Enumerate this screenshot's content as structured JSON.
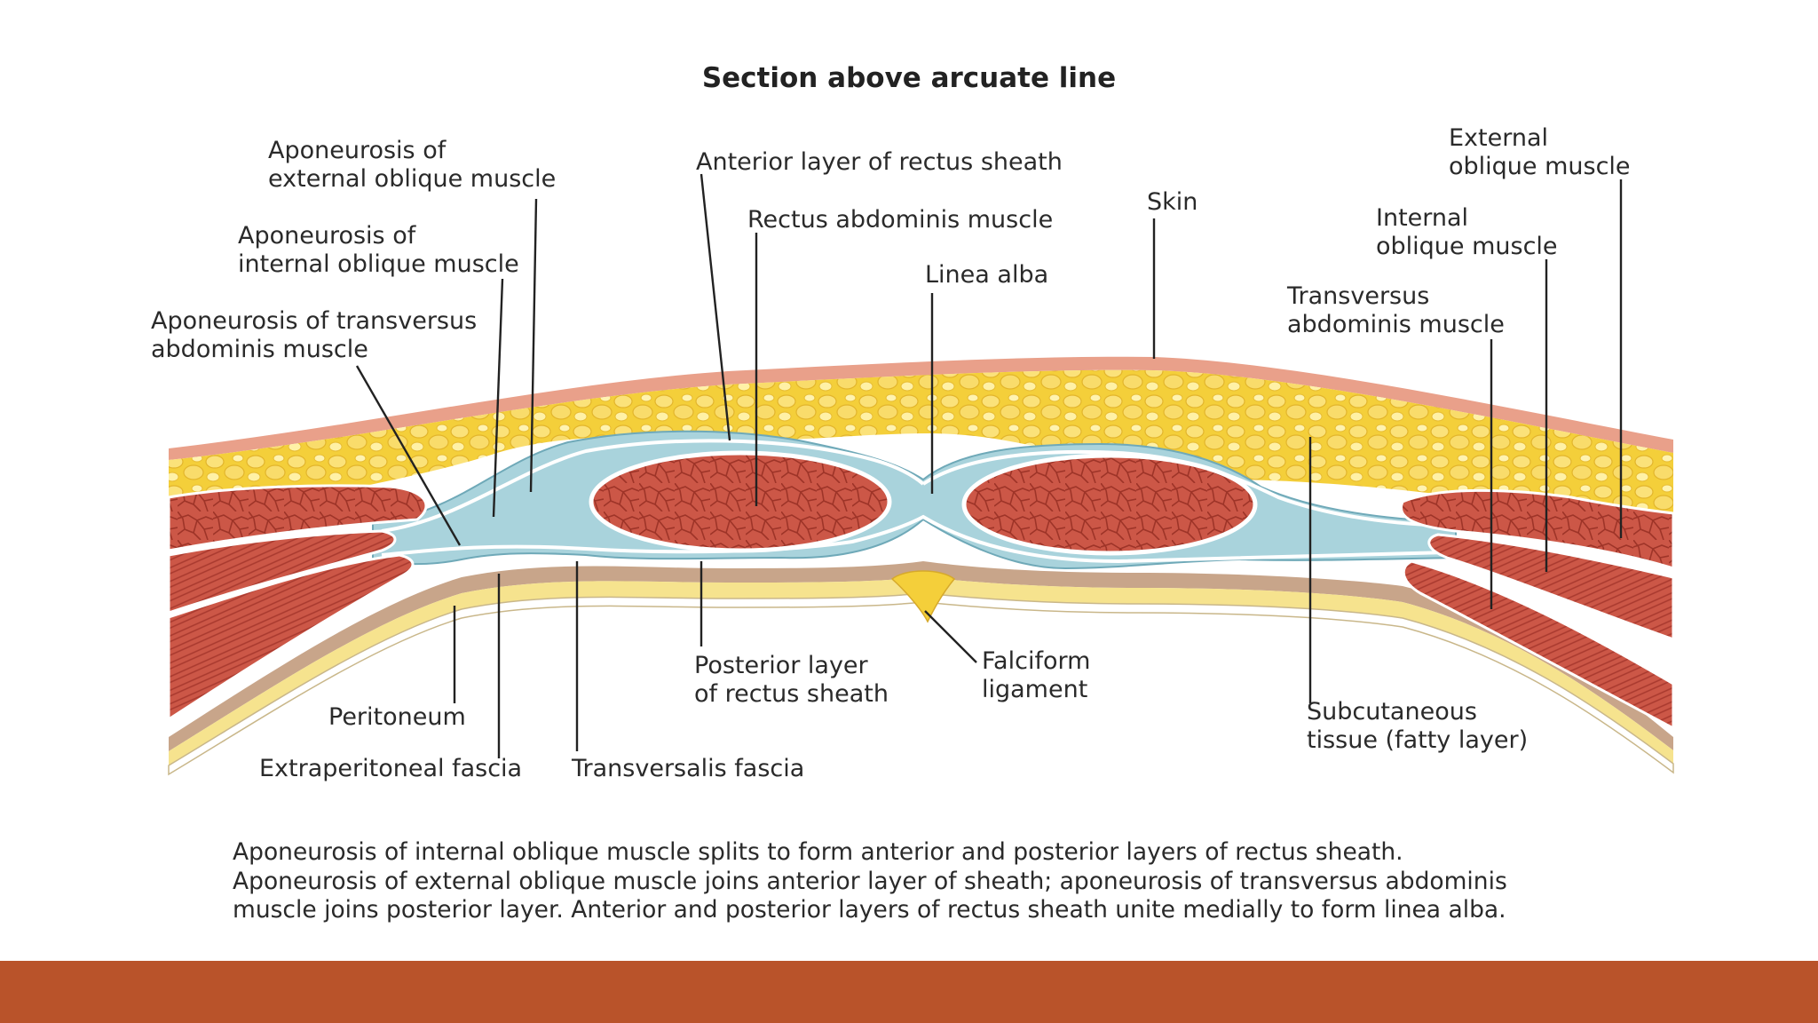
{
  "title": "Section above arcuate line",
  "labels": {
    "apon_ext_oblique": [
      "Aponeurosis of",
      "external oblique muscle"
    ],
    "apon_int_oblique": [
      "Aponeurosis of",
      "internal oblique muscle"
    ],
    "apon_transversus": [
      "Aponeurosis of transversus",
      "abdominis muscle"
    ],
    "anterior_layer": "Anterior layer of rectus sheath",
    "rectus": "Rectus abdominis muscle",
    "linea_alba": "Linea alba",
    "skin": "Skin",
    "external_oblique": [
      "External",
      "oblique muscle"
    ],
    "internal_oblique": [
      "Internal",
      "oblique muscle"
    ],
    "transversus": [
      "Transversus",
      "abdominis muscle"
    ],
    "posterior_layer": [
      "Posterior layer",
      "of rectus sheath"
    ],
    "falciform": [
      "Falciform",
      "ligament"
    ],
    "subcutaneous": [
      "Subcutaneous",
      "tissue (fatty layer)"
    ],
    "peritoneum": "Peritoneum",
    "extraperitoneal": "Extraperitoneal fascia",
    "transversalis": "Transversalis fascia"
  },
  "caption": [
    "Aponeurosis of internal oblique muscle splits to form anterior and posterior layers of rectus sheath.",
    "Aponeurosis of external oblique muscle joins anterior layer of sheath; aponeurosis of transversus abdominis",
    "muscle joins posterior layer. Anterior and posterior layers of rectus sheath unite medially to form linea alba."
  ],
  "colors": {
    "fat": "#f4cf3a",
    "fat_light": "#fbe98a",
    "muscle": "#cc5747",
    "muscle_dark": "#a8392e",
    "fascia": "#a9d3dc",
    "skin": "#e9a08a",
    "footer": "#b9532a"
  }
}
